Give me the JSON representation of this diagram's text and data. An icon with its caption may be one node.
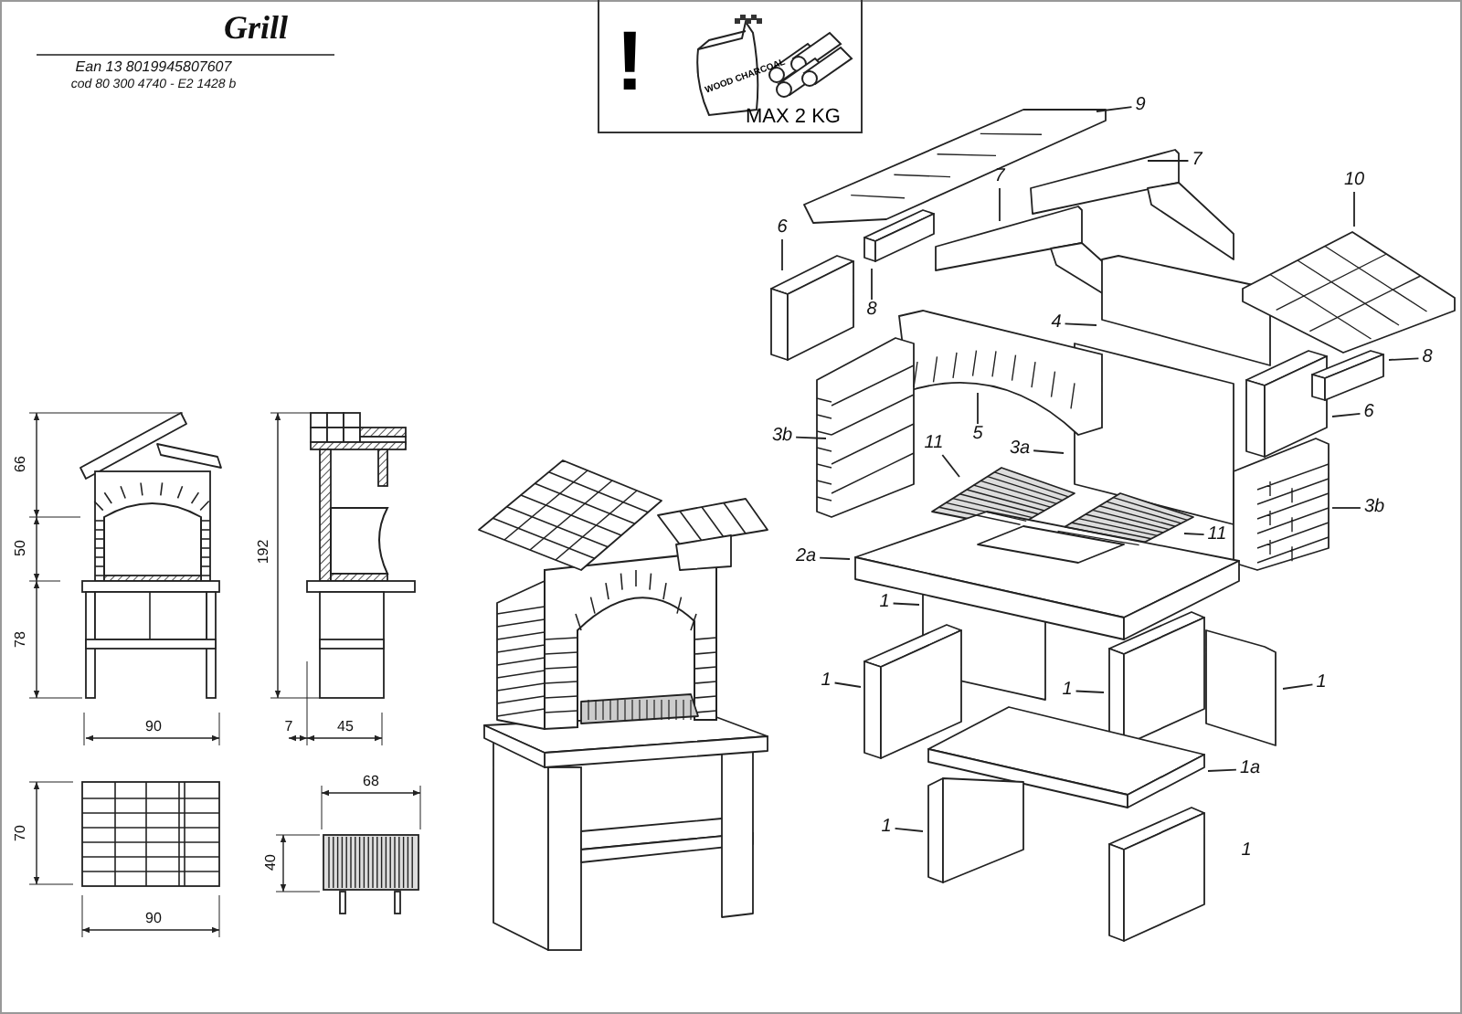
{
  "diagram": {
    "nodes": [
      {
        "text": [
          "!",
          "WOOD CHARCOAL",
          "MAX 2 KG"
        ]
      },
      {
        "text": [
          "9"
        ]
      },
      {
        "text": [
          "7"
        ]
      },
      {
        "text": [
          "7"
        ]
      },
      {
        "text": [
          "10"
        ]
      },
      {
        "text": [
          "6"
        ]
      },
      {
        "text": [
          "8"
        ]
      },
      {
        "text": [
          "4"
        ]
      },
      {
        "text": [
          "8"
        ]
      },
      {
        "text": [
          "3b"
        ]
      },
      {
        "text": [
          "5"
        ]
      },
      {
        "text": [
          "6"
        ]
      },
      {
        "text": [
          "11"
        ]
      },
      {
        "text": [
          "3a"
        ]
      },
      {
        "text": [
          "3b"
        ]
      },
      {
        "text": [
          "11"
        ]
      },
      {
        "text": [
          "2a"
        ]
      },
      {
        "text": [
          "1"
        ]
      },
      {
        "text": [
          "1"
        ]
      },
      {
        "text": [
          "1"
        ]
      },
      {
        "text": [
          "1"
        ]
      },
      {
        "text": [
          "1a"
        ]
      },
      {
        "text": [
          "1"
        ]
      },
      {
        "text": [
          "1"
        ]
      }
    ],
    "edges": [
      {
        "from": 1,
        "to": null,
        "arrow": "none"
      },
      {
        "from": 2,
        "to": null,
        "arrow": "none"
      },
      {
        "from": 3,
        "to": null,
        "arrow": "none"
      },
      {
        "from": 4,
        "to": null,
        "arrow": "none"
      },
      {
        "from": 5,
        "to": null,
        "arrow": "none"
      },
      {
        "from": 6,
        "to": null,
        "arrow": "none"
      },
      {
        "from": 7,
        "to": null,
        "arrow": "none"
      },
      {
        "from": 8,
        "to": null,
        "arrow": "none"
      },
      {
        "from": 9,
        "to": null,
        "arrow": "none"
      },
      {
        "from": 10,
        "to": null,
        "arrow": "none"
      },
      {
        "from": 11,
        "to": null,
        "arrow": "none"
      },
      {
        "from": 12,
        "to": null,
        "arrow": "none"
      },
      {
        "from": 13,
        "to": null,
        "arrow": "none"
      },
      {
        "from": 14,
        "to": null,
        "arrow": "none"
      },
      {
        "from": 15,
        "to": null,
        "arrow": "none"
      },
      {
        "from": 16,
        "to": null,
        "arrow": "none"
      },
      {
        "from": 17,
        "to": null,
        "arrow": "none"
      },
      {
        "from": 18,
        "to": null,
        "arrow": "none"
      },
      {
        "from": 19,
        "to": null,
        "arrow": "none"
      },
      {
        "from": 20,
        "to": null,
        "arrow": "none"
      },
      {
        "from": 21,
        "to": null,
        "arrow": "none"
      },
      {
        "from": 22,
        "to": null,
        "arrow": "none"
      }
    ],
    "labels": [
      "Grill",
      "Ean 13 8019945807607",
      "cod 80 300 4740 - E2 1428 b",
      "66",
      "50",
      "78",
      "192",
      "90",
      "7",
      "45",
      "70",
      "90",
      "68",
      "40"
    ]
  }
}
